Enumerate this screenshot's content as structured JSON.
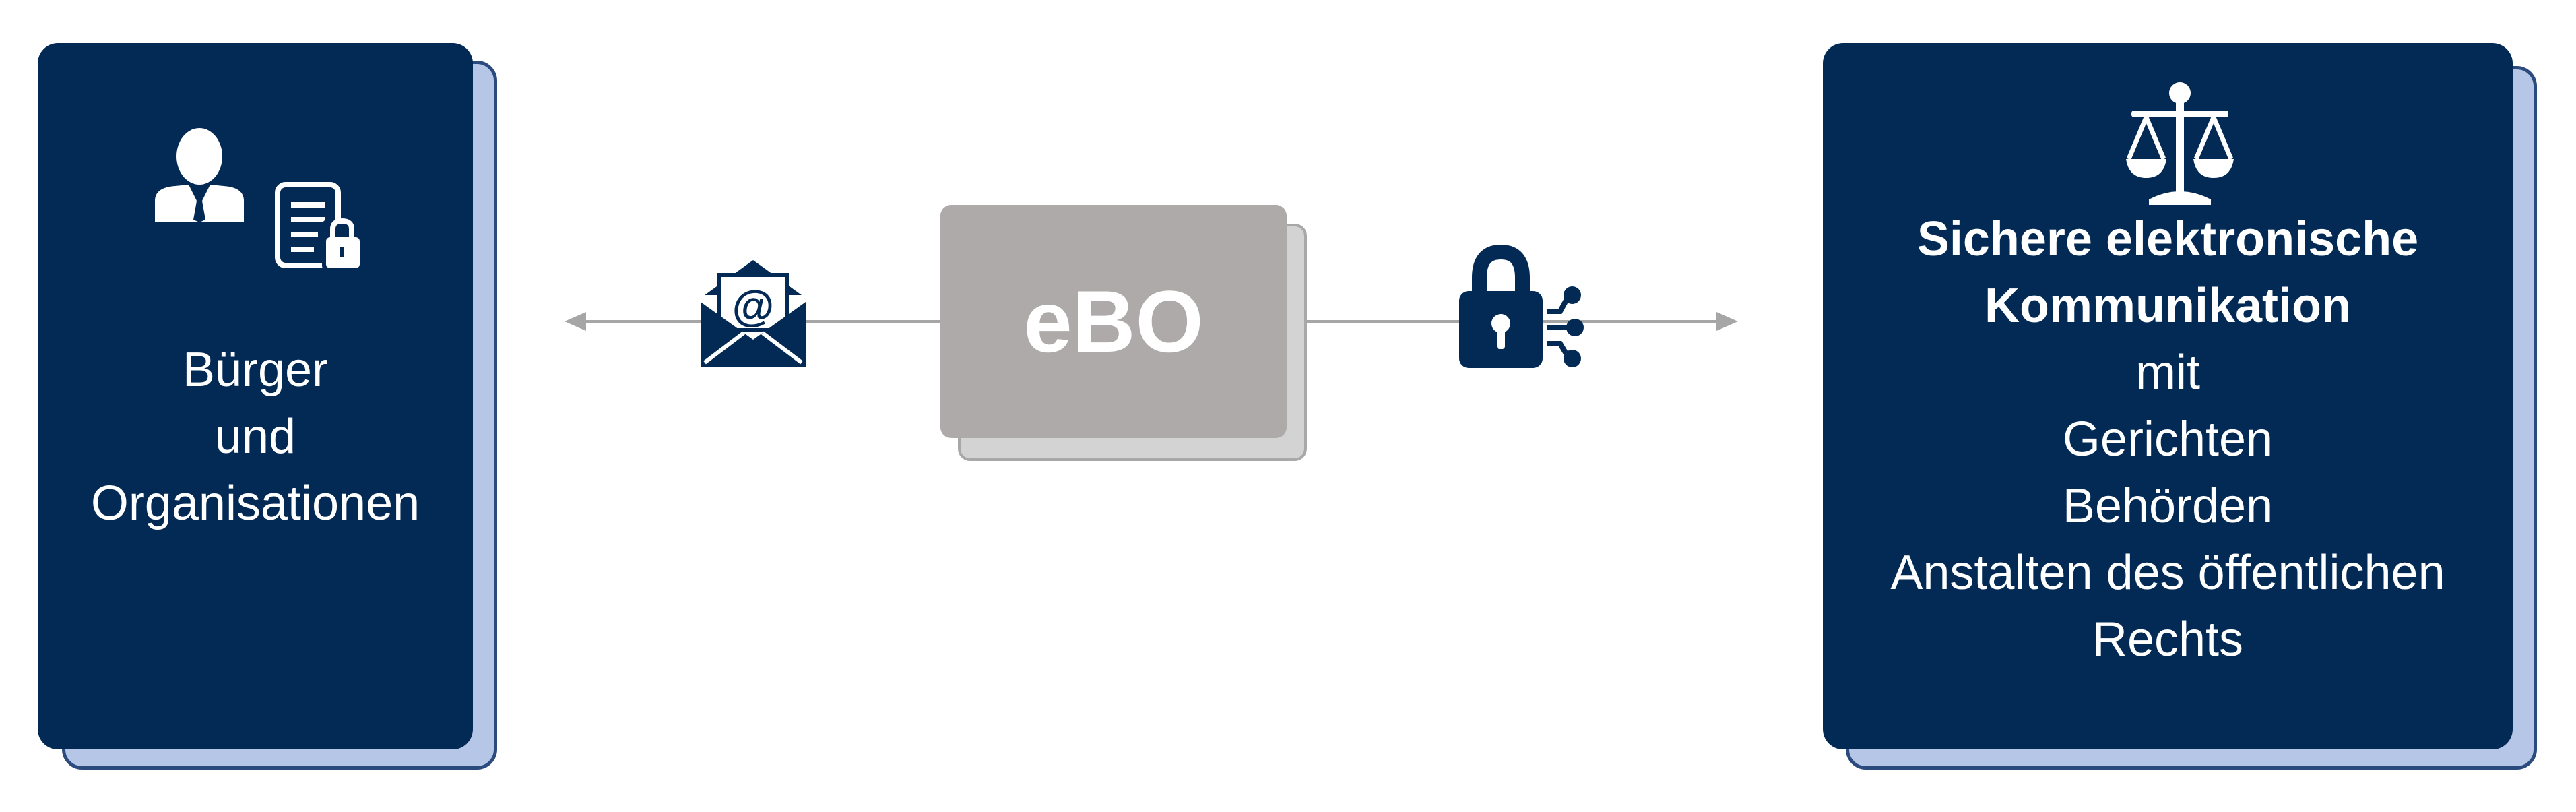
{
  "left_panel": {
    "lines": [
      "Bürger",
      "und",
      "Organisationen"
    ],
    "icons": [
      "user-icon",
      "locked-document-icon"
    ]
  },
  "center": {
    "label": "eBO",
    "left_icon": "email-envelope-icon",
    "right_icon": "digital-lock-icon"
  },
  "right_panel": {
    "icon": "scales-of-justice-icon",
    "title_lines": [
      "Sichere elektronische",
      "Kommunikation"
    ],
    "lines": [
      "mit",
      "Gerichten",
      "Behörden",
      "Anstalten des öffentlichen",
      "Rechts"
    ]
  },
  "colors": {
    "navy": "#022a55",
    "panel_shadow": "#b6c6e6",
    "ebo_box": "#aeaaaa",
    "connector": "#a6a6a6"
  }
}
